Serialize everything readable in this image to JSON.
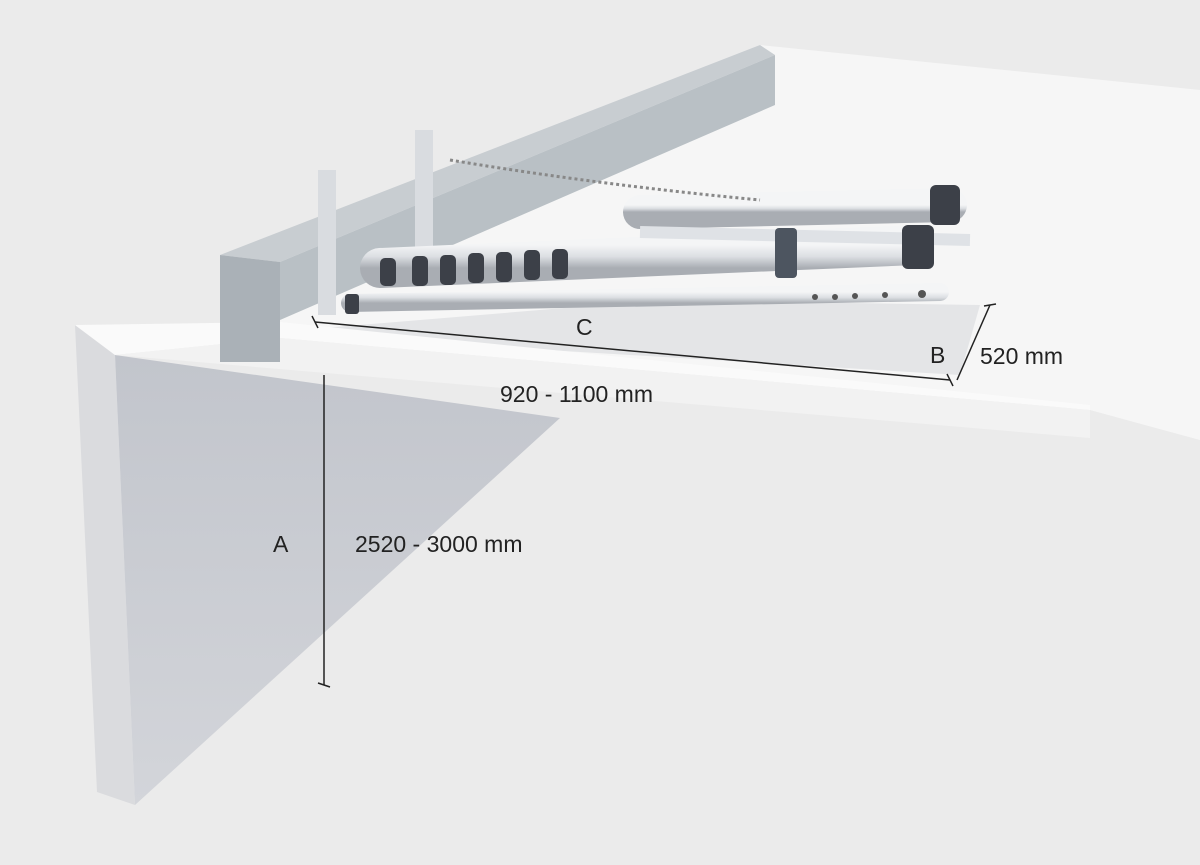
{
  "labels": {
    "c": "C",
    "b": "B",
    "b_value": "520 mm",
    "c_value": "920 - 1100 mm",
    "a": "A",
    "a_value": "2520 - 3000 mm"
  },
  "colors": {
    "background": "#ebebeb",
    "slab_top": "#f6f6f6",
    "wall_face": "#c9cbd1",
    "frame": "#b9bfc4",
    "tube": "#dfe2e6",
    "dark": "#3c4048"
  }
}
